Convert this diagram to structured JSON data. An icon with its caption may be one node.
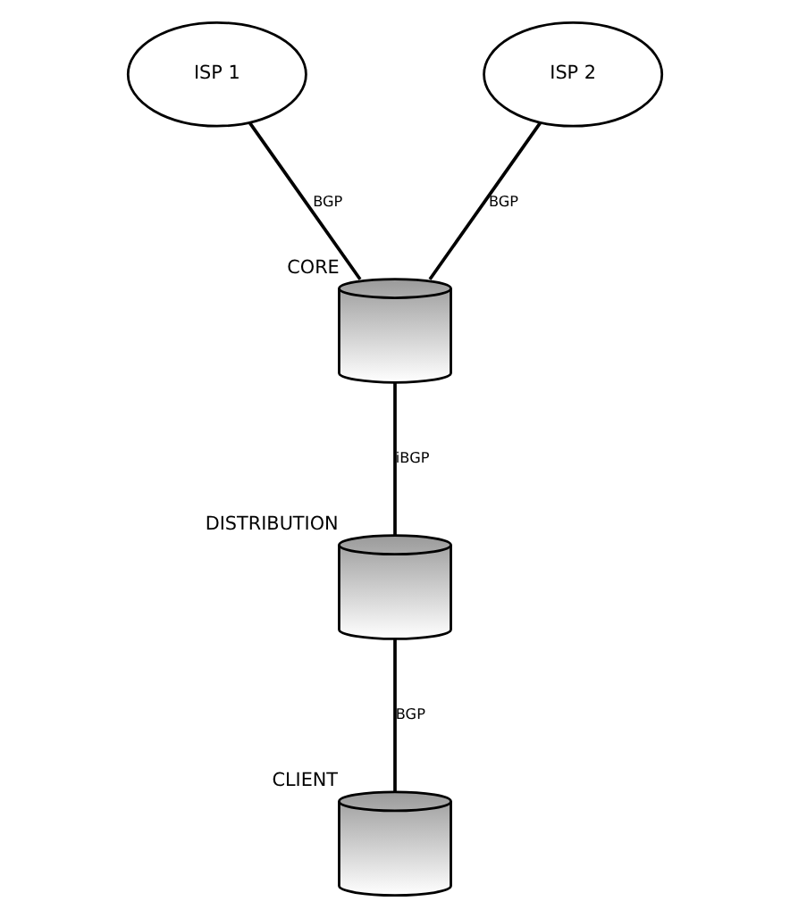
{
  "diagram": {
    "nodes": [
      {
        "text": [
          "ISP 1"
        ]
      },
      {
        "text": [
          "ISP 2"
        ]
      },
      {
        "text": [],
        "shape": "cylinder",
        "beside": [
          "CORE"
        ]
      },
      {
        "text": [],
        "shape": "cylinder",
        "beside": [
          "DISTRIBUTION"
        ]
      },
      {
        "text": [],
        "shape": "cylinder",
        "beside": [
          "CLIENT"
        ]
      }
    ],
    "edges": [
      {
        "from": 0,
        "to": 2,
        "arrow": "none",
        "label": "BGP"
      },
      {
        "from": 1,
        "to": 2,
        "arrow": "none",
        "label": "BGP"
      },
      {
        "from": 2,
        "to": 3,
        "arrow": "none",
        "label": "iBGP"
      },
      {
        "from": 3,
        "to": 4,
        "arrow": "none",
        "label": "BGP"
      }
    ]
  }
}
